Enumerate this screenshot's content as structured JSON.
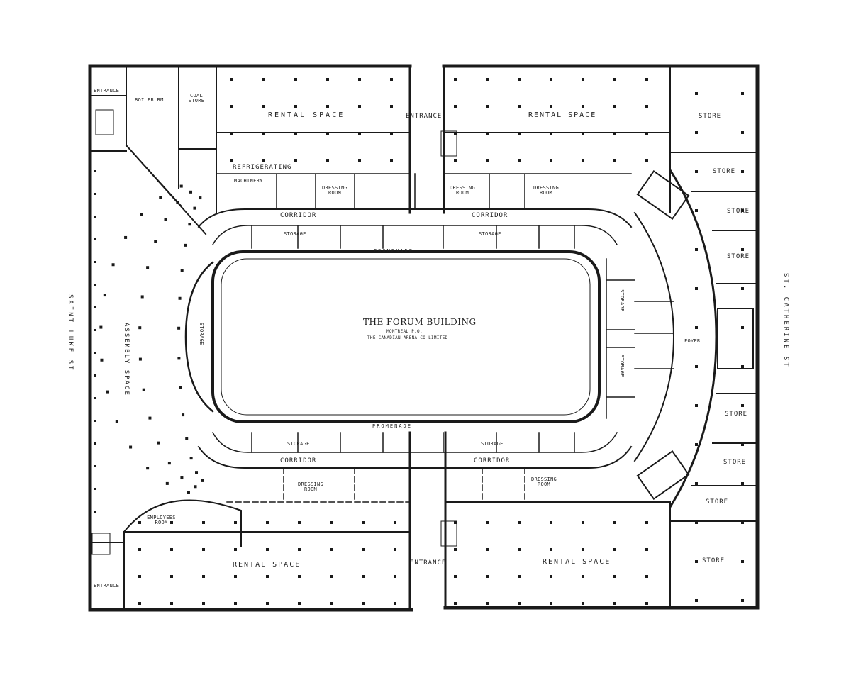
{
  "rooms": {
    "entrance_nw": "Entrance",
    "boiler_rm": "Boiler Rm",
    "coal_store": "Coal Store",
    "rental_space_nw": "Rental Space",
    "entrance_north": "Entrance",
    "rental_space_ne": "Rental Space",
    "store_1": "Store",
    "store_2": "Store",
    "store_3": "Store",
    "store_4": "Store",
    "refrigerating": "Refrigerating",
    "machinery": "Machinery",
    "dressing_room_n1": "Dressing Room",
    "dressing_room_n2": "Dressing Room",
    "dressing_room_n3": "Dressing Room",
    "corridor_nw": "Corridor",
    "corridor_ne": "Corridor",
    "storage_n1": "Storage",
    "storage_n2": "Storage",
    "promenade_n": "Promenade",
    "storage_west": "Storage",
    "assembly_space": "Assembly Space",
    "storage_e1": "Storage",
    "storage_e2": "Storage",
    "foyer": "Foyer",
    "store_5": "Store",
    "store_6": "Store",
    "store_7": "Store",
    "store_8": "Store",
    "promenade_s": "Promenade",
    "storage_s1": "Storage",
    "storage_s2": "Storage",
    "corridor_sw": "Corridor",
    "corridor_se": "Corridor",
    "dressing_room_s1": "Dressing Room",
    "dressing_room_s2": "Dressing Room",
    "employees_room": "Employees Room",
    "rental_space_sw": "Rental Space",
    "entrance_south": "Entrance",
    "rental_space_se": "Rental Space",
    "entrance_sw": "Entrance"
  },
  "streets": {
    "west": "Saint Luke St",
    "east": "St. Catherine St"
  },
  "title_block": {
    "title": "The Forum Building",
    "line1": "Montreal P.Q.",
    "line2": "The Canadian Arena Co Limited"
  }
}
